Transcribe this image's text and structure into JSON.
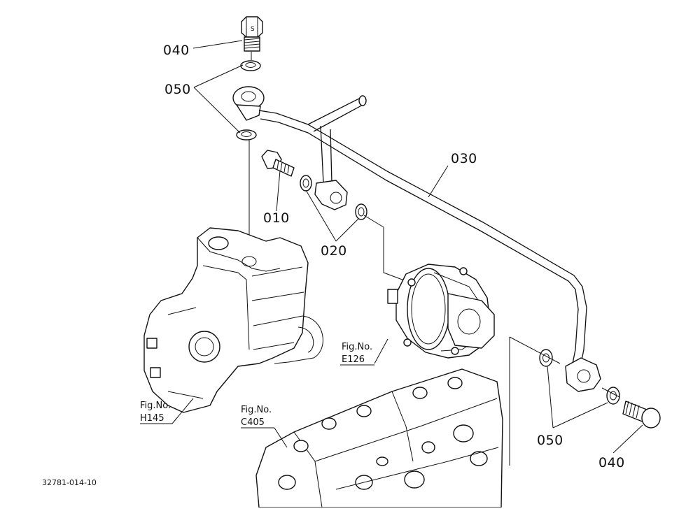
{
  "callouts": {
    "bolt_top": "040",
    "washer_top": "050",
    "pipe": "030",
    "bolt_left": "010",
    "washer_pair": "020",
    "washer_bottom": "050",
    "bolt_bottom": "040"
  },
  "figure_refs": {
    "pump": {
      "label": "Fig.No.",
      "code": "H145"
    },
    "cover": {
      "label": "Fig.No.",
      "code": "E126"
    },
    "block": {
      "label": "Fig.No.",
      "code": "C405"
    }
  },
  "drawing_number": "32781-014-10"
}
